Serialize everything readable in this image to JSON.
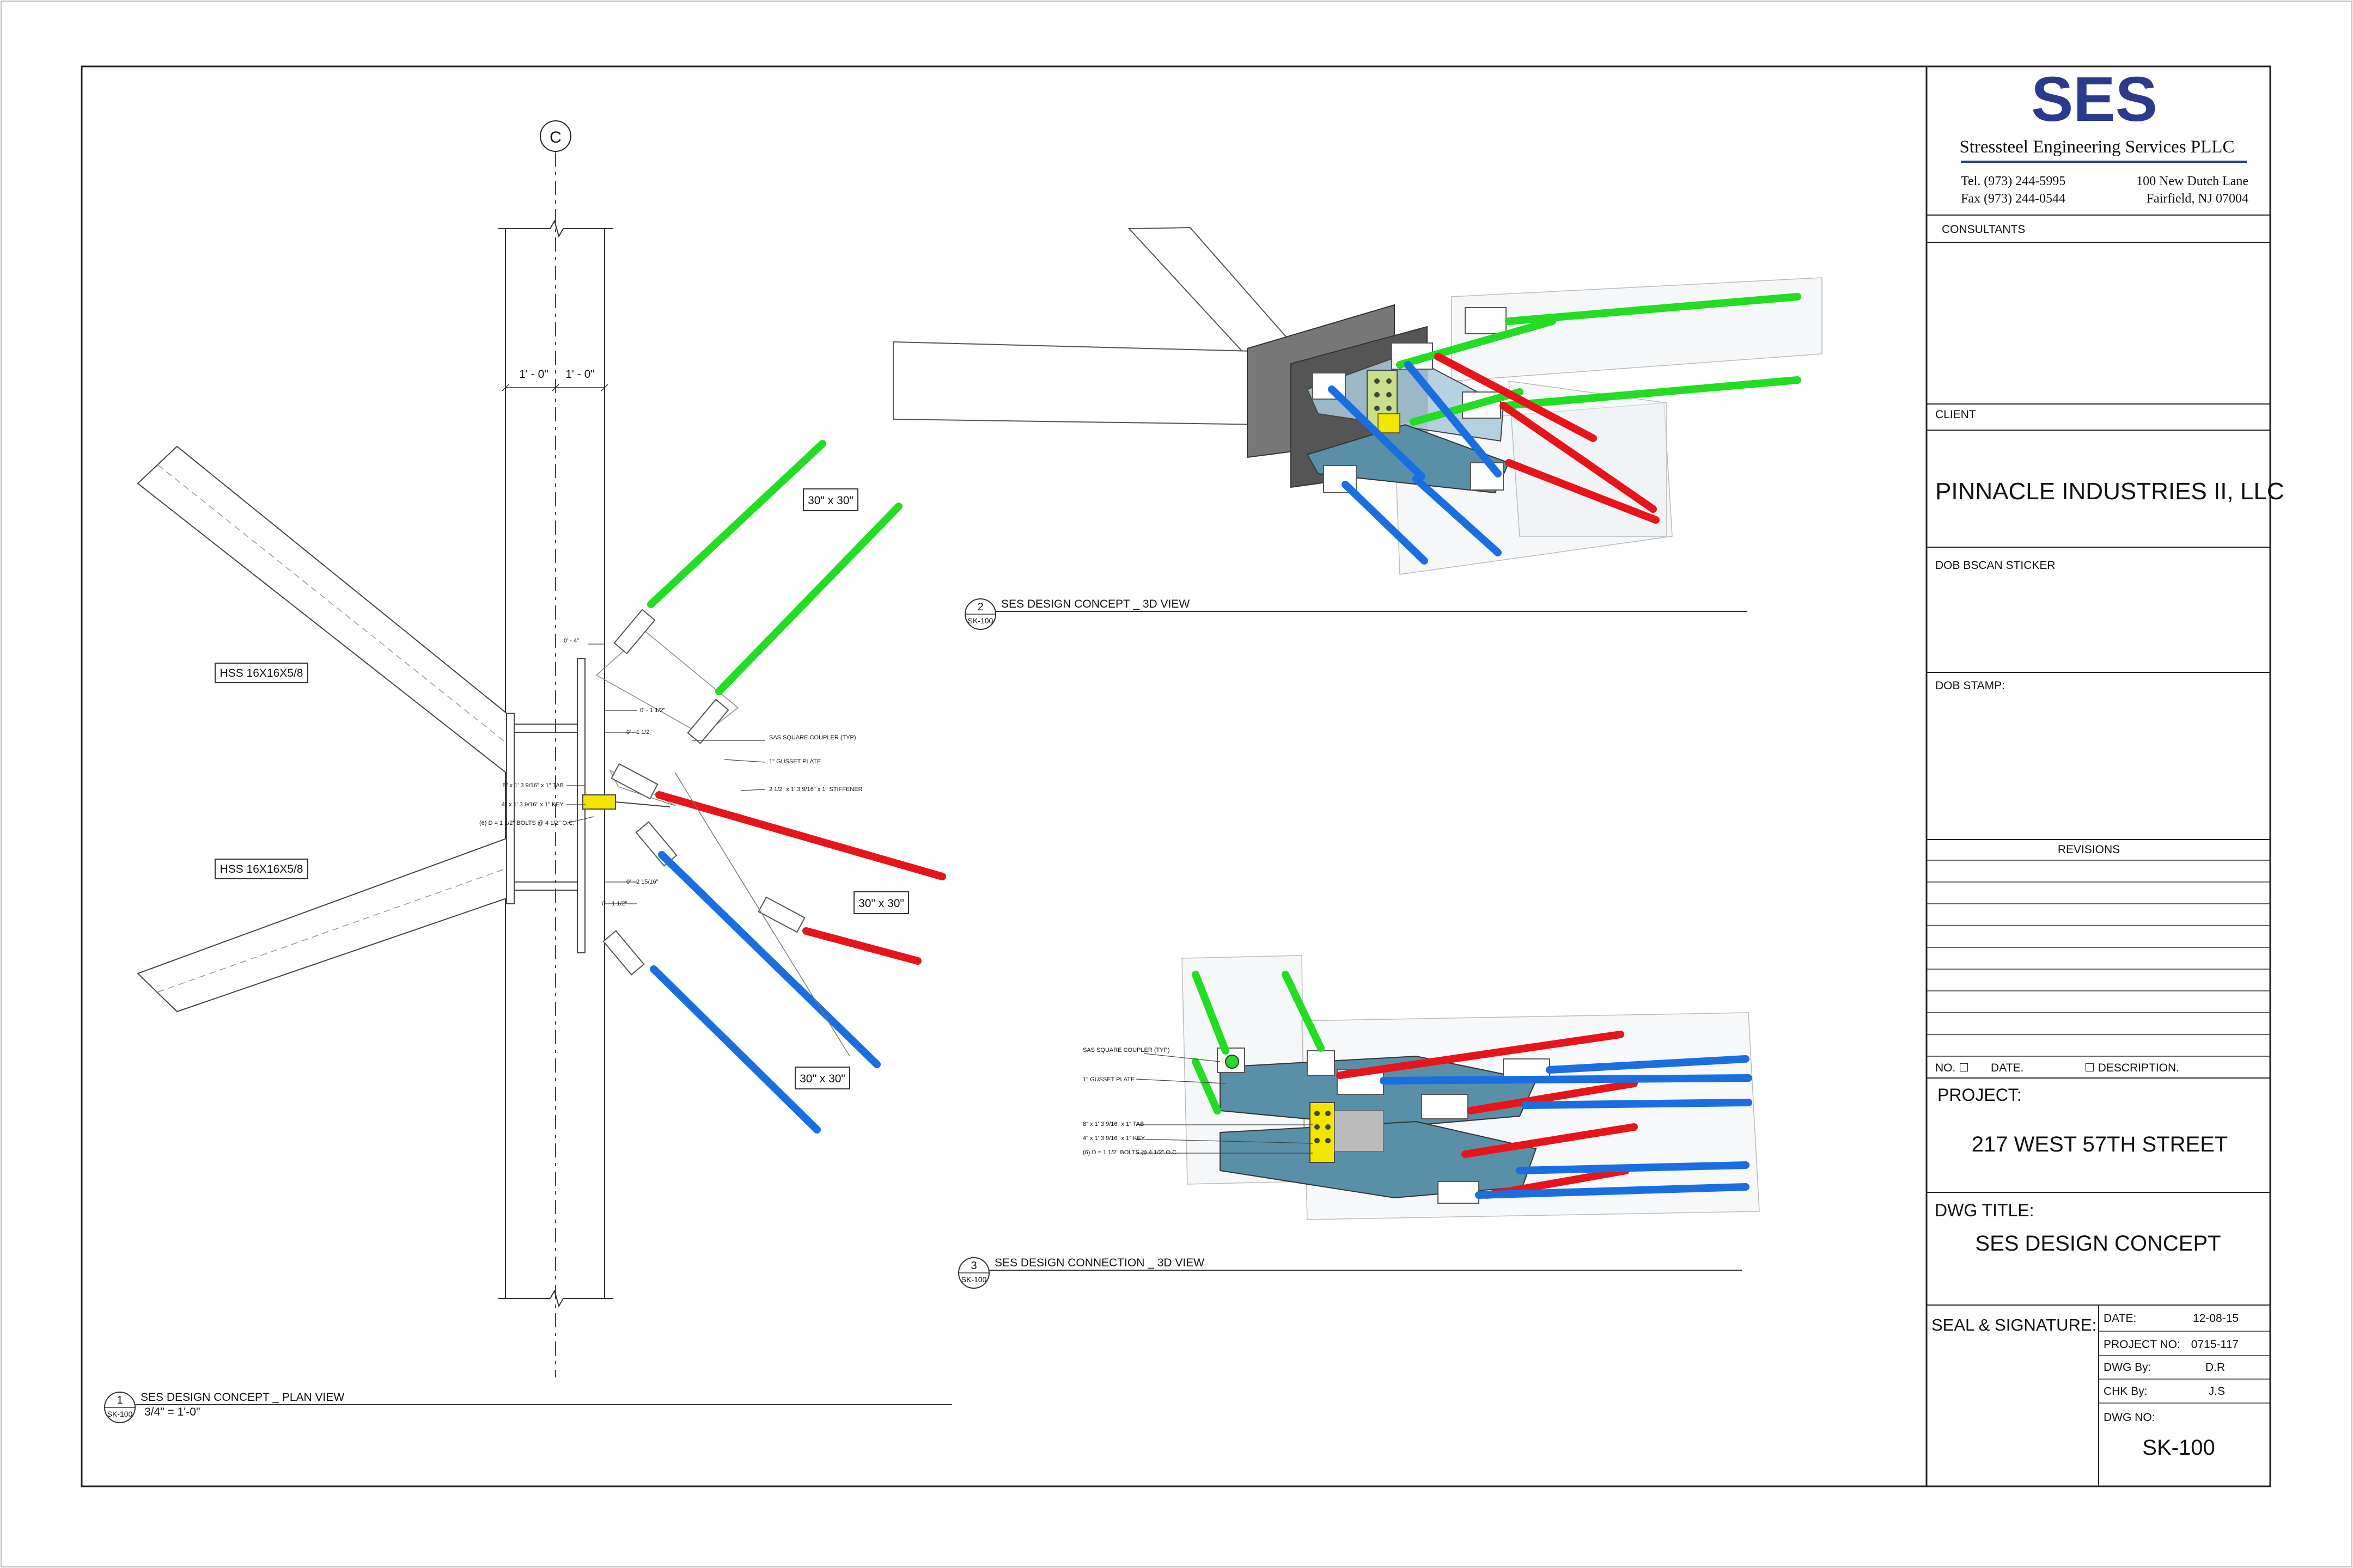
{
  "colors": {
    "green": "#22dd22",
    "red": "#e8141a",
    "blue": "#1a6fe0",
    "plate": "#5a8fa8",
    "ses_blue": "#2a3a8c",
    "yellow": "#f2e600"
  },
  "title_block": {
    "logo": "SES",
    "company": "Stressteel Engineering Services PLLC",
    "tel": "Tel. (973) 244-5995",
    "fax": "Fax (973) 244-0544",
    "address1": "100 New Dutch Lane",
    "address2": "Fairfield, NJ 07004",
    "consultants_label": "CONSULTANTS",
    "client_label": "CLIENT",
    "client_name": "PINNACLE INDUSTRIES II, LLC",
    "dob_bscan_label": "DOB BSCAN STICKER",
    "dob_stamp_label": "DOB STAMP:",
    "revisions_label": "REVISIONS",
    "rev_no_label": "NO. ☐",
    "rev_date_label": "DATE.",
    "rev_desc_label": "☐ DESCRIPTION.",
    "project_label": "PROJECT:",
    "project_name": "217 WEST 57TH STREET",
    "dwg_title_label": "DWG TITLE:",
    "dwg_title": "SES DESIGN CONCEPT",
    "seal_label": "SEAL & SIGNATURE:",
    "date_label": "DATE:",
    "date_value": "12-08-15",
    "project_no_label": "PROJECT NO:",
    "project_no_value": "0715-117",
    "dwg_by_label": "DWG By:",
    "dwg_by_value": "D.R",
    "chk_by_label": "CHK By:",
    "chk_by_value": "J.S",
    "dwg_no_label": "DWG NO:",
    "dwg_no_value": "SK-100"
  },
  "plan_view": {
    "grid_bubble": "C",
    "dim_left": "1' - 0\"",
    "dim_right": "1' - 0\"",
    "hss_1": "HSS 16X16X5/8",
    "hss_2": "HSS 16X16X5/8",
    "box_1": "30\" x 30\"",
    "box_2": "30\" x 30\"",
    "box_3": "30\" x 30\"",
    "note_coupler": "SAS SQUARE COUPLER (TYP)",
    "note_gusset": "1\" GUSSET PLATE",
    "note_stiffener": "2 1/2\" x 1' 3 9/16\" x 1\" STIFFENER",
    "note_tab": "8\" x 1' 3 9/16\" x 1\" TAB",
    "note_key": "4\" x 1' 3 9/16\" x 1\" KEY",
    "note_bolts": "(6) D = 1 1/2\" BOLTS @ 4 1/2\" O.C.",
    "dim_a": "0' - 1 1/2\"",
    "dim_b": "0' - 1 1/2\"",
    "dim_c": "0' - 2 15/16\"",
    "dim_d": "0' - 1 1/2\"",
    "dim_e": "0' - 4\"",
    "view_no": "1",
    "view_sheet": "SK-100",
    "view_title": "SES DESIGN CONCEPT _ PLAN VIEW",
    "view_scale": "3/4\" = 1'-0\""
  },
  "view_3d": {
    "view_no": "2",
    "view_sheet": "SK-100",
    "view_title": "SES DESIGN CONCEPT _ 3D VIEW"
  },
  "view_conn": {
    "view_no": "3",
    "view_sheet": "SK-100",
    "view_title": "SES DESIGN CONNECTION _ 3D VIEW",
    "note_coupler": "SAS SQUARE COUPLER (TYP)",
    "note_gusset": "1\" GUSSET PLATE",
    "note_tab": "8\" x 1' 3 9/16\" x 1\" TAB",
    "note_key": "4\" x 1' 3 9/16\" x 1\" KEY",
    "note_bolts": "(6) D = 1 1/2\" BOLTS @ 4 1/2\" O.C."
  }
}
